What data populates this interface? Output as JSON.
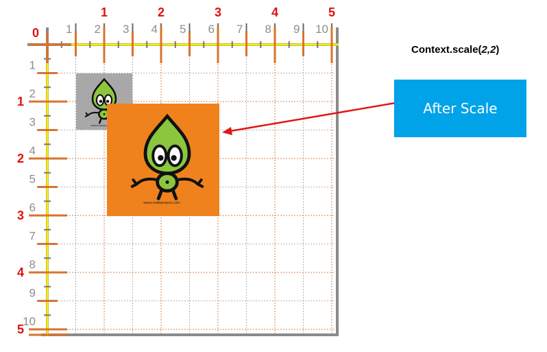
{
  "title": {
    "prefix": "Context.scale(",
    "args": "2,2",
    "suffix": ")"
  },
  "callout": {
    "label": "After Scale"
  },
  "axis": {
    "unscaled_labels": [
      "1",
      "2",
      "3",
      "4",
      "5",
      "6",
      "7",
      "8",
      "9",
      "10"
    ],
    "scaled_labels": [
      "1",
      "2",
      "3",
      "4",
      "5"
    ],
    "origin_label": "0"
  },
  "image": {
    "caption": "www.codeproject.com"
  },
  "colors": {
    "gray_axis": "#8a8a8a",
    "yellow_axis": "#ffee00",
    "orange_ticks": "#d9732b",
    "red_labels": "#e01010",
    "image_bg_scaled": "#f0821e",
    "image_bg_original": "#a8a8a8",
    "callout_bg": "#00a2e8",
    "arrow": "#e01818",
    "mascot_green": "#8cc63f"
  }
}
